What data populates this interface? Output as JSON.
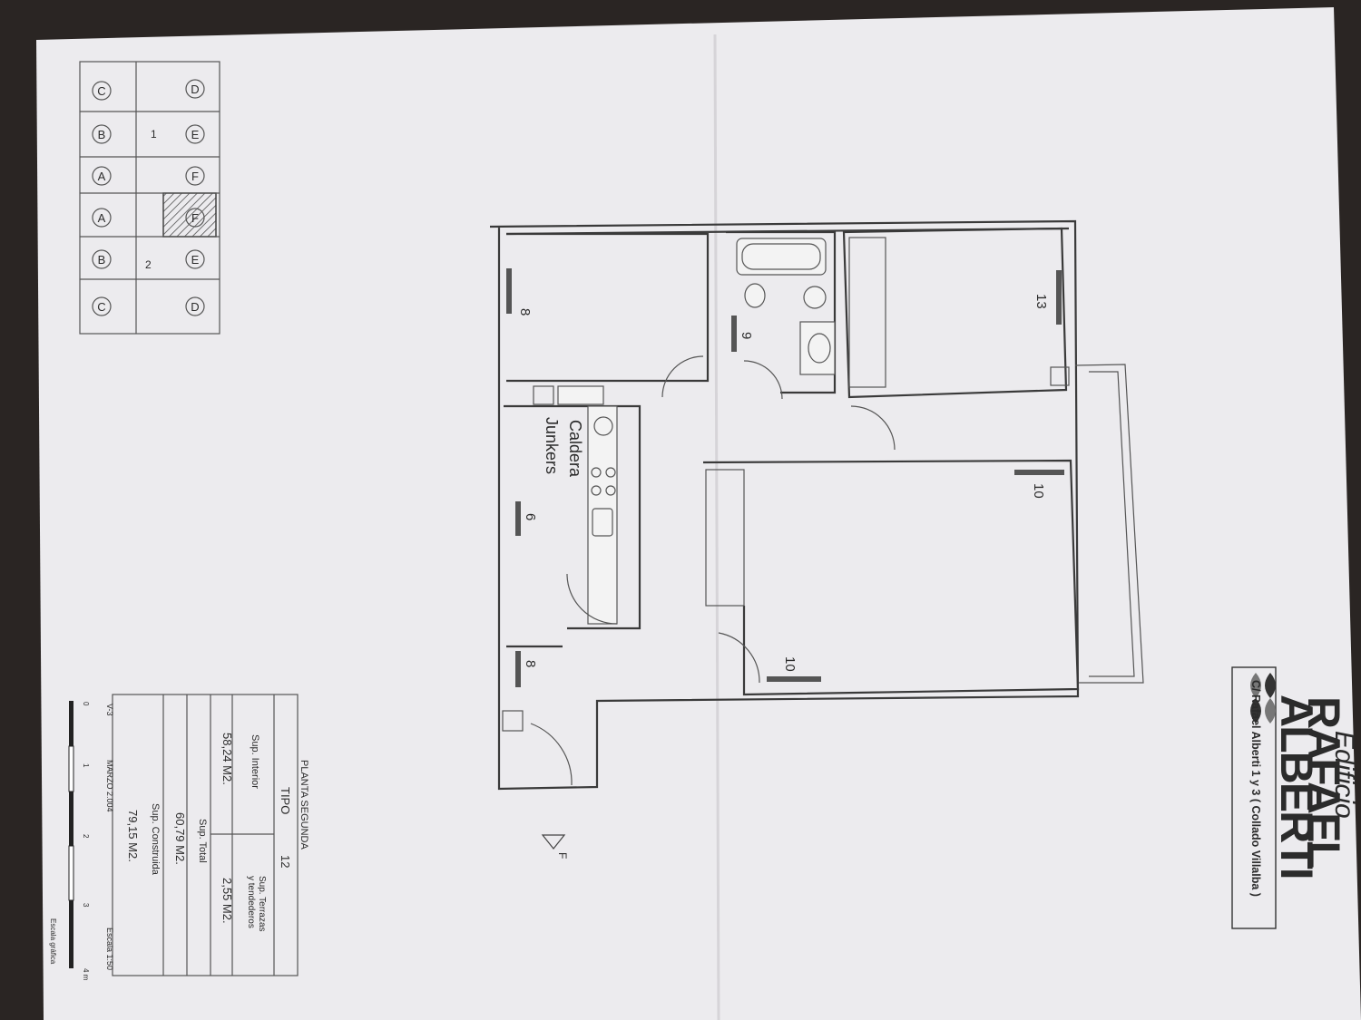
{
  "brand": {
    "script_word": "Edificio",
    "name_line1": "RAFAEL",
    "name_line2": "ALBERTI",
    "address": "C/ Rafael Alberti 1 y 3 ( Collado Villalba )"
  },
  "key_plan": {
    "units_left": [
      "C",
      "B",
      "A",
      "A",
      "B",
      "C"
    ],
    "units_right": [
      "D",
      "E",
      "F",
      "F",
      "E",
      "D"
    ],
    "stair_labels": [
      "1",
      "2"
    ]
  },
  "rooms": {
    "radiator_labels": [
      "8",
      "9",
      "13",
      "6",
      "10",
      "10",
      "8"
    ],
    "kitchen_label_line1": "Caldera",
    "kitchen_label_line2": "Junkers",
    "north_label": "F"
  },
  "title_block": {
    "heading": "PLANTA SEGUNDA",
    "type_label": "TIPO",
    "type_value": "12",
    "interior_label": "Sup. Interior",
    "interior_value": "58,24 M2.",
    "terraces_label_line1": "Sup. Terrazas",
    "terraces_label_line2": "y tendederos",
    "terraces_value": "2,55 M2.",
    "total_label": "Sup. Total",
    "total_value": "60,79 M2.",
    "built_label": "Sup. Construida",
    "built_value": "79,15 M2.",
    "code": "V-3",
    "date": "MARZO 2.004",
    "scale": "Escala 1:50"
  },
  "scale_bar": {
    "ticks": [
      "0",
      "1",
      "2",
      "3",
      "4 m"
    ],
    "caption": "Escala gráfica"
  }
}
